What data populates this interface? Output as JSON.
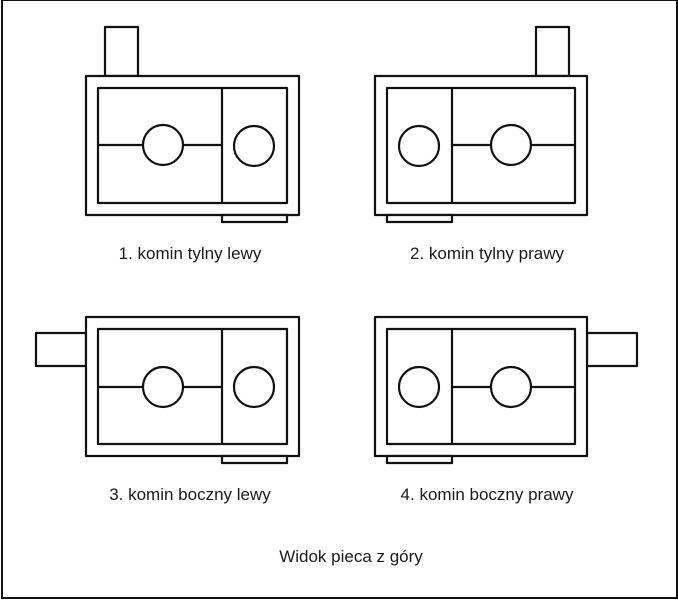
{
  "diagram": {
    "caption": "Widok pieca z góry",
    "stoves": [
      {
        "label": "1. komin tylny lewy",
        "chimney": "rear-left",
        "firebox": "left",
        "small_section": "right"
      },
      {
        "label": "2. komin tylny prawy",
        "chimney": "rear-right",
        "firebox": "right",
        "small_section": "left"
      },
      {
        "label": "3. komin boczny lewy",
        "chimney": "side-left",
        "firebox": "left",
        "small_section": "right"
      },
      {
        "label": "4. komin boczny prawy",
        "chimney": "side-right",
        "firebox": "right",
        "small_section": "left"
      }
    ],
    "colors": {
      "line": "#111111",
      "background": "#ffffff",
      "text": "#1a1a1a"
    }
  }
}
